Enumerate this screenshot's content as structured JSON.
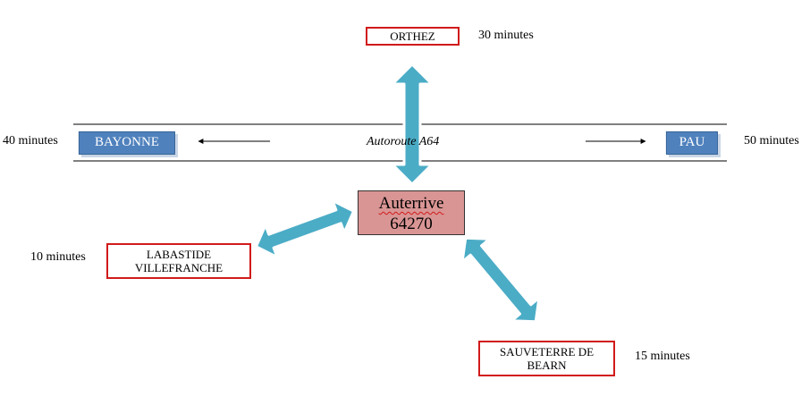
{
  "center": {
    "name": "Auterrive",
    "postcode": "64270"
  },
  "road": {
    "label": "Autoroute A64"
  },
  "destinations": {
    "orthez": {
      "name": "ORTHEZ",
      "time": "30 minutes"
    },
    "bayonne": {
      "name": "BAYONNE",
      "time": "40 minutes"
    },
    "pau": {
      "name": "PAU",
      "time": "50 minutes"
    },
    "labastide": {
      "line1": "LABASTIDE",
      "line2": "VILLEFRANCHE",
      "time": "10 minutes"
    },
    "sauveterre": {
      "line1": "SAUVETERRE DE",
      "line2": "BEARN",
      "time": "15 minutes"
    }
  },
  "colors": {
    "arrow": "#4bacc6",
    "blue_box": "#4f81bd",
    "red_border": "#d11a1a",
    "center_fill": "#d99594"
  }
}
